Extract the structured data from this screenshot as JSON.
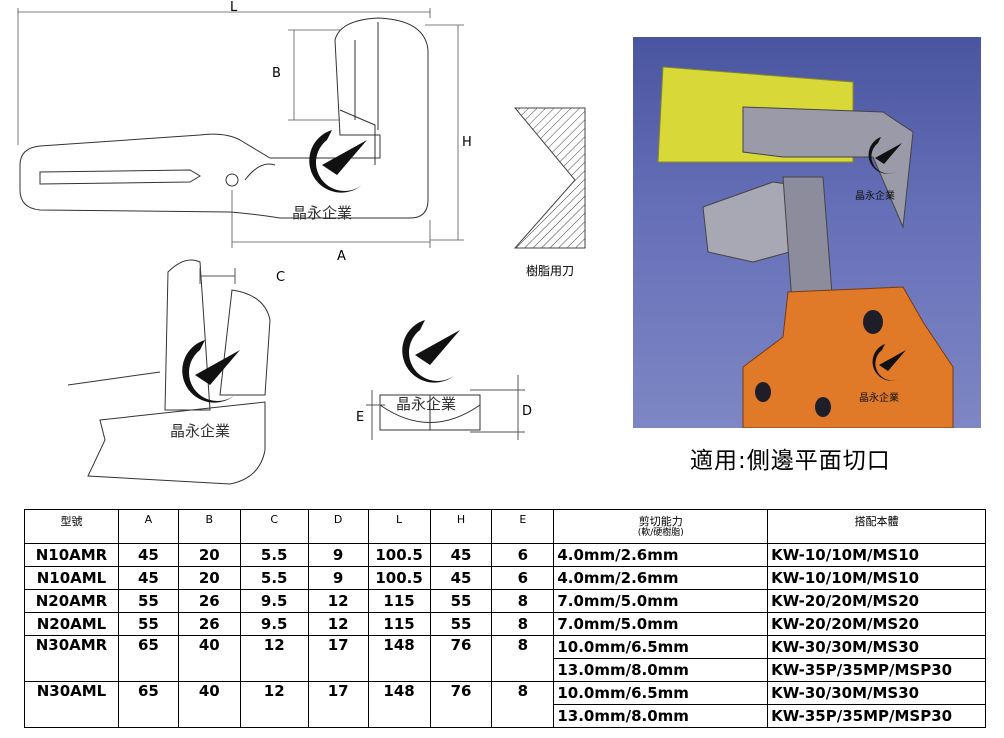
{
  "drawing": {
    "dim_L": "L",
    "dim_B": "B",
    "dim_H": "H",
    "dim_A": "A",
    "dim_C": "C",
    "dim_D": "D",
    "dim_E": "E",
    "resin_blade_label": "樹脂用刀",
    "watermark_text": "晶永企業"
  },
  "render_image": {
    "watermark_text": "晶永企業"
  },
  "caption": "適用:側邊平面切口",
  "table": {
    "headers": {
      "model": "型號",
      "A": "A",
      "B": "B",
      "C": "C",
      "D": "D",
      "L": "L",
      "H": "H",
      "E": "E",
      "capacity": "剪切能力",
      "capacity_sub": "(軟/硬樹脂)",
      "body": "搭配本體"
    },
    "rows": [
      {
        "model": "N10AMR",
        "A": "45",
        "B": "20",
        "C": "5.5",
        "D": "9",
        "L": "100.5",
        "H": "45",
        "E": "6",
        "capacity": "4.0mm/2.6mm",
        "body": "KW-10/10M/MS10"
      },
      {
        "model": "N10AML",
        "A": "45",
        "B": "20",
        "C": "5.5",
        "D": "9",
        "L": "100.5",
        "H": "45",
        "E": "6",
        "capacity": "4.0mm/2.6mm",
        "body": "KW-10/10M/MS10"
      },
      {
        "model": "N20AMR",
        "A": "55",
        "B": "26",
        "C": "9.5",
        "D": "12",
        "L": "115",
        "H": "55",
        "E": "8",
        "capacity": "7.0mm/5.0mm",
        "body": "KW-20/20M/MS20"
      },
      {
        "model": "N20AML",
        "A": "55",
        "B": "26",
        "C": "9.5",
        "D": "12",
        "L": "115",
        "H": "55",
        "E": "8",
        "capacity": "7.0mm/5.0mm",
        "body": "KW-20/20M/MS20"
      },
      {
        "model": "N30AMR",
        "A": "65",
        "B": "40",
        "C": "12",
        "D": "17",
        "L": "148",
        "H": "76",
        "E": "8",
        "capacity": "10.0mm/6.5mm",
        "capacity2": "13.0mm/8.0mm",
        "body": "KW-30/30M/MS30",
        "body2": "KW-35P/35MP/MSP30"
      },
      {
        "model": "N30AML",
        "A": "65",
        "B": "40",
        "C": "12",
        "D": "17",
        "L": "148",
        "H": "76",
        "E": "8",
        "capacity": "10.0mm/6.5mm",
        "capacity2": "13.0mm/8.0mm",
        "body": "KW-30/30M/MS30",
        "body2": "KW-35P/35MP/MSP30"
      }
    ]
  }
}
